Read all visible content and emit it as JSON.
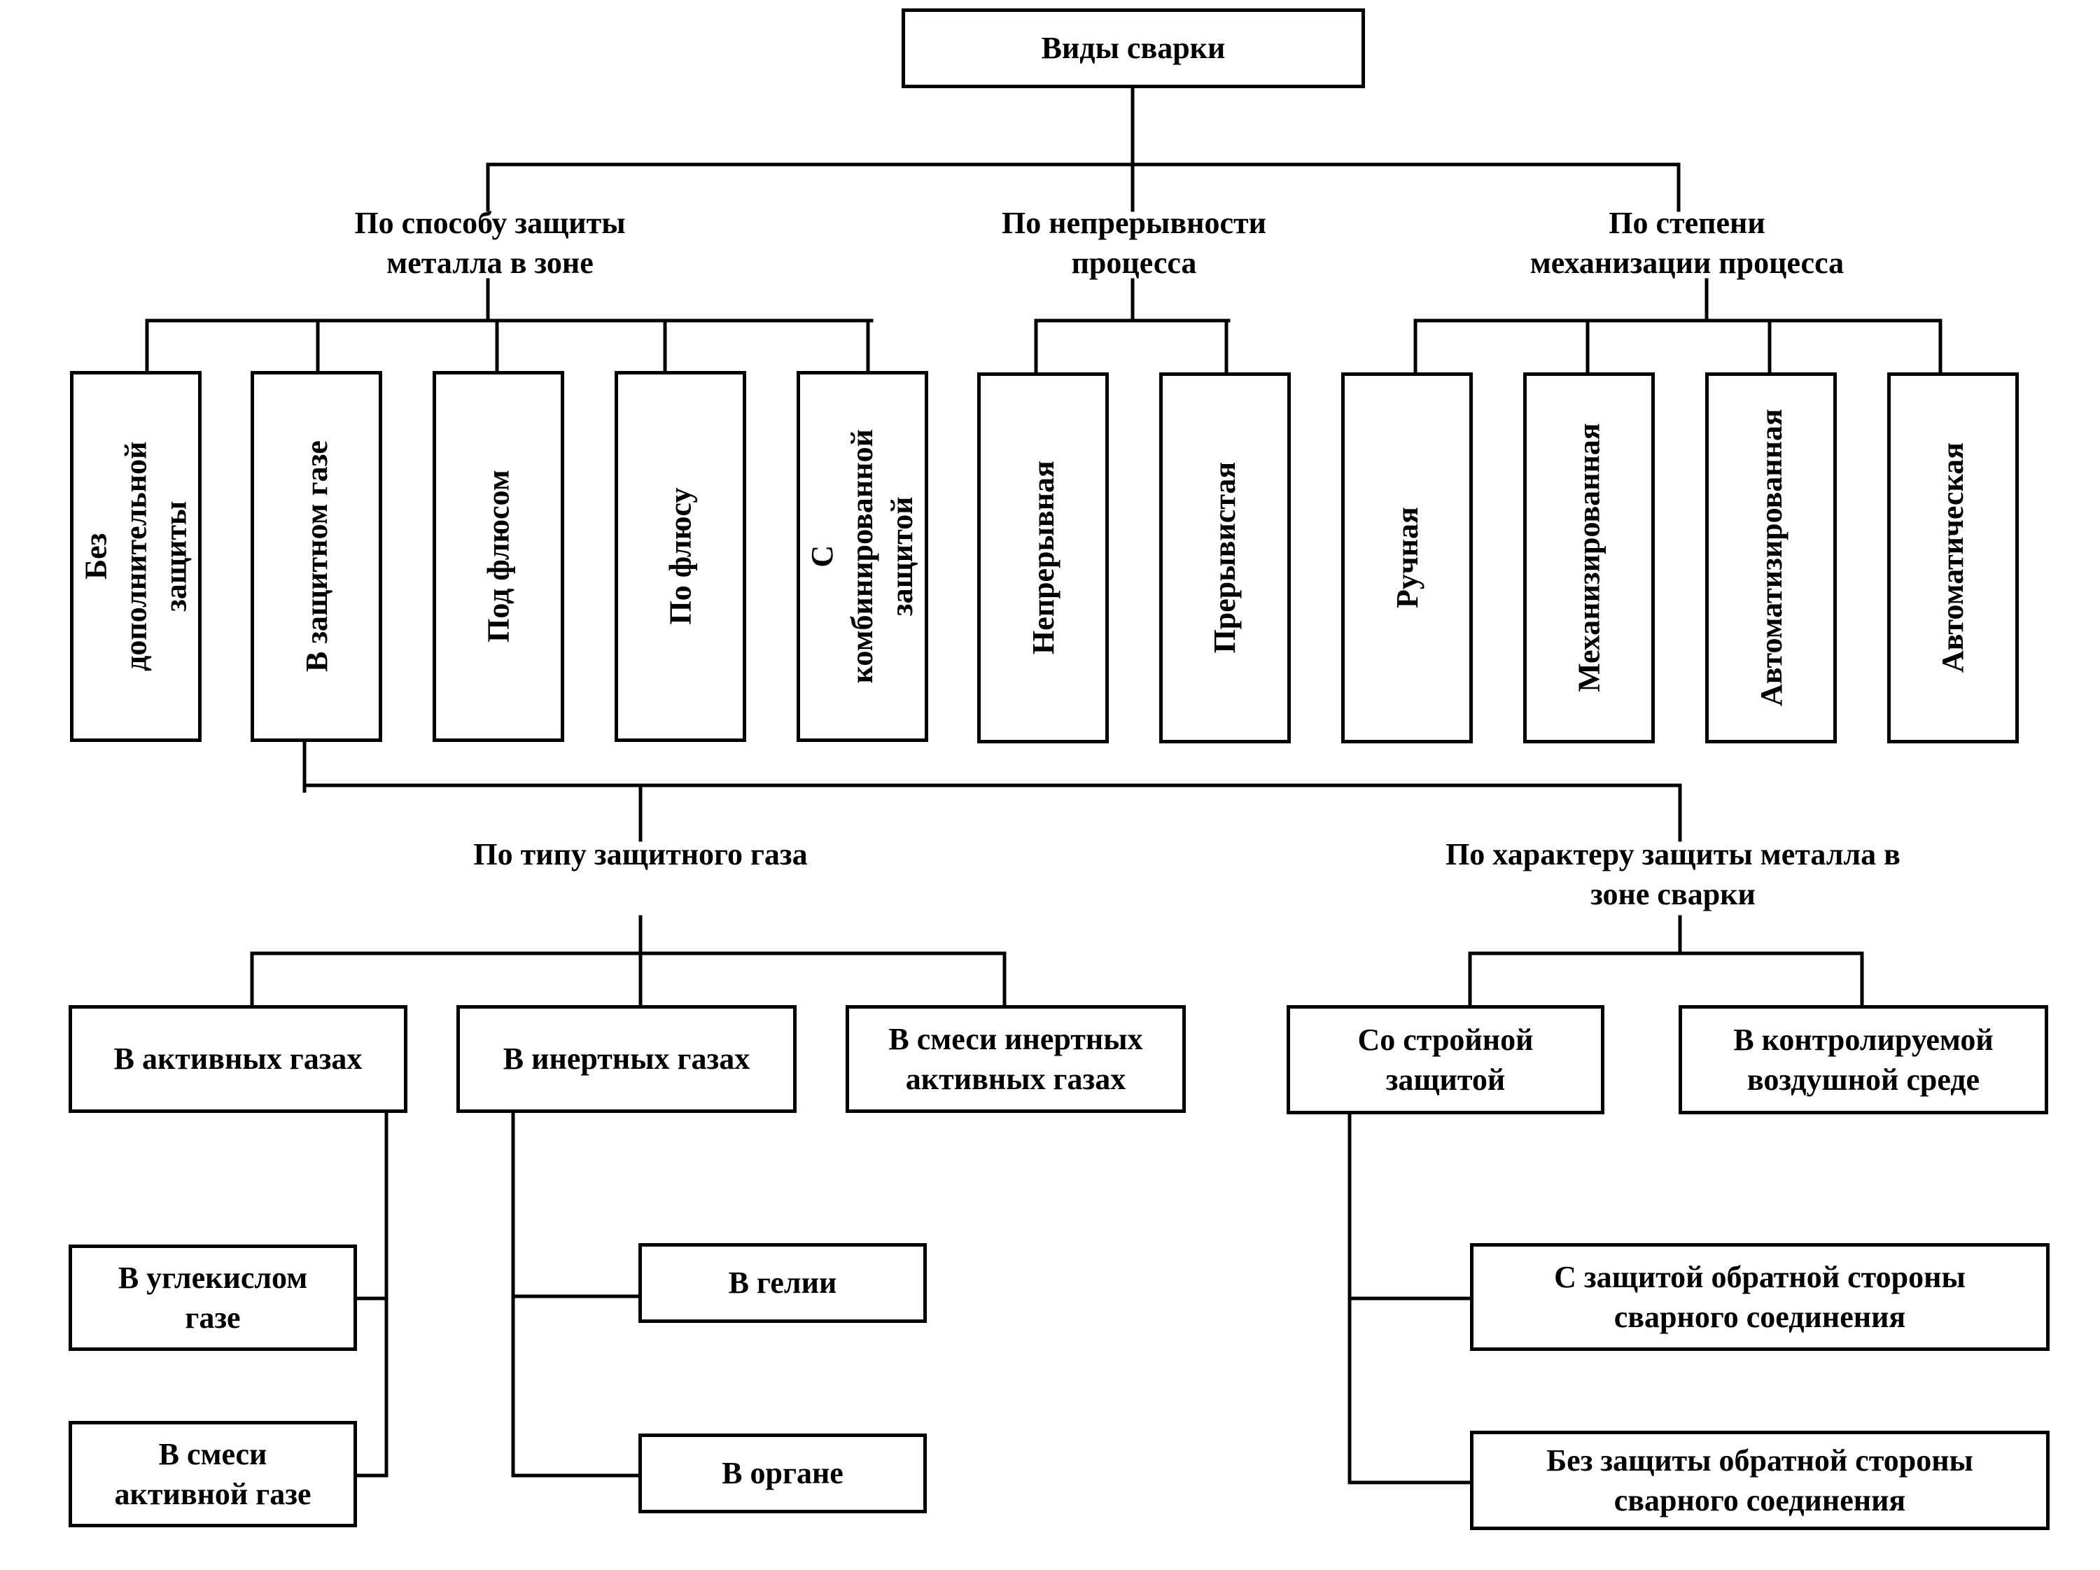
{
  "diagram": {
    "root": "Виды сварки",
    "groups": {
      "protection": "По способу защиты\nметалла в зоне",
      "continuity": "По непрерывности\nпроцесса",
      "mechanization": "По степени\nмеханизации процесса"
    },
    "protection_methods": [
      "Без дополнительной\nзащиты",
      "В защитном газе",
      "Под флюсом",
      "По флюсу",
      "С комбинированной\nзащитой"
    ],
    "continuity_types": [
      "Непрерывная",
      "Прерывистая"
    ],
    "mechanization_levels": [
      "Ручная",
      "Механизированная",
      "Автоматизированная",
      "Автоматическая"
    ],
    "gas_subgroups": {
      "gas_type": "По типу защитного газа",
      "protection_character": "По характеру защиты металла в\nзоне сварки"
    },
    "gas_types": [
      "В активных газах",
      "В инертных газах",
      "В смеси инертных\nактивных газах"
    ],
    "protection_characters": [
      "Со стройной\nзащитой",
      "В контролируемой\nвоздушной среде"
    ],
    "active_gases": [
      "В углекислом\nгазе",
      "В смеси\nактивной газе"
    ],
    "inert_gases": [
      "В гелии",
      "В органе"
    ],
    "reverse_side": [
      "С защитой обратной стороны\nсварного соединения",
      "Без защиты обратной стороны\nсварного соединения"
    ]
  }
}
